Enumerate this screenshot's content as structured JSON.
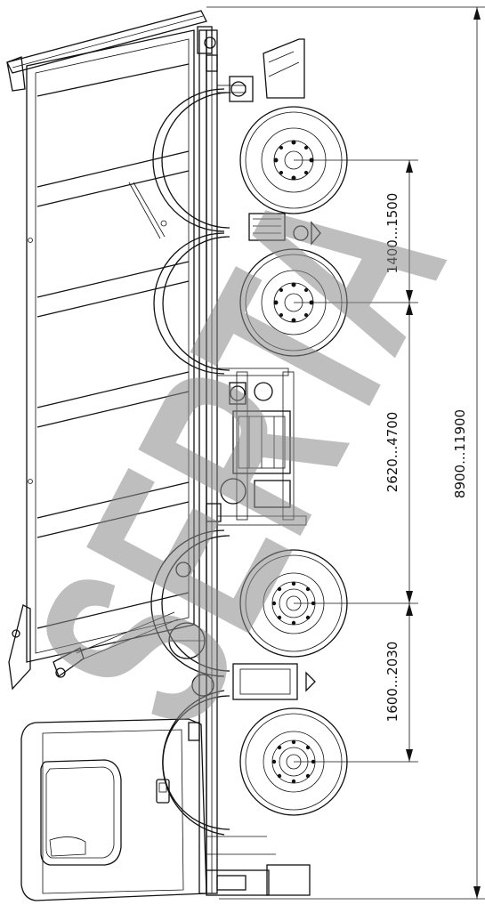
{
  "dimensions": {
    "total_length": "8900...11900",
    "rear_axle_spacing": "1400...1500",
    "wheelbase": "2620...4700",
    "front_axle_spacing": "1600...2030"
  },
  "watermark": "SERTA",
  "colors": {
    "line": "#111111",
    "background": "#ffffff",
    "watermark": "#8a8a8a"
  }
}
